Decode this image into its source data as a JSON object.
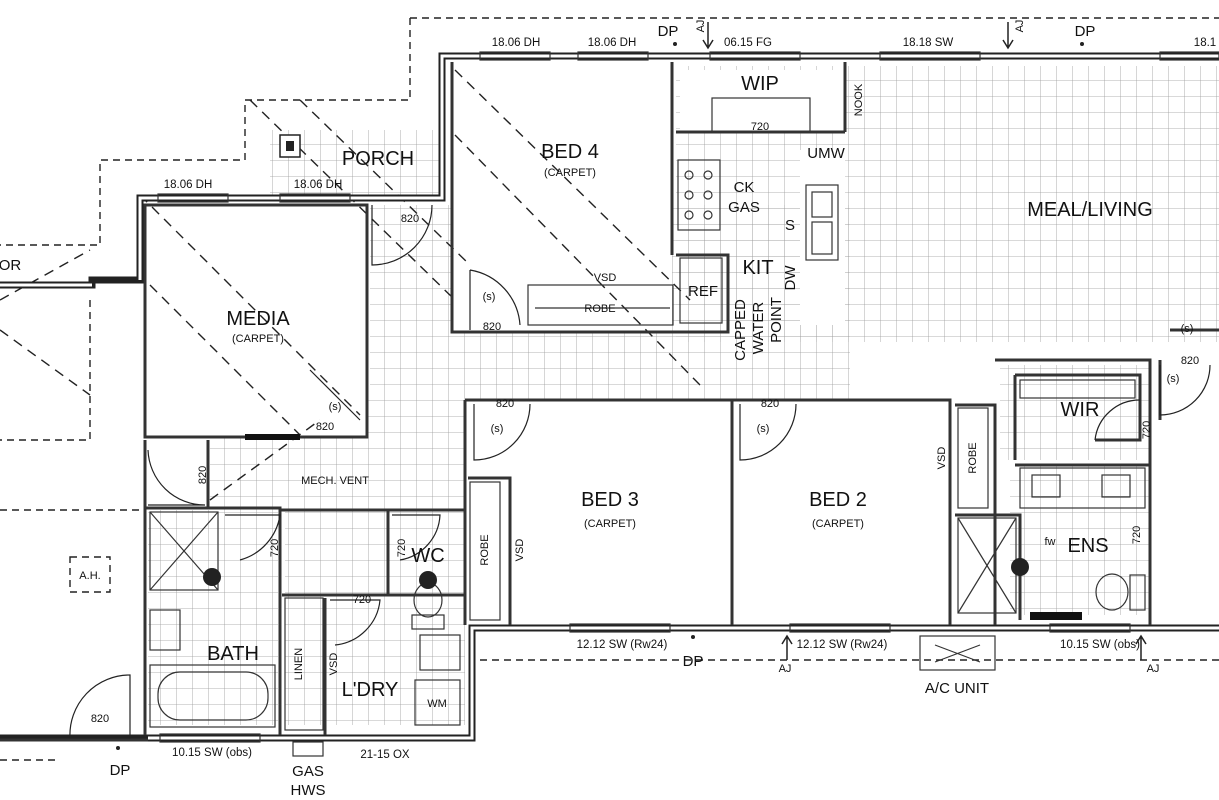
{
  "rooms": {
    "bed4": "BED 4",
    "bed3": "BED 3",
    "bed2": "BED 2",
    "carpet": "(CARPET)",
    "media": "MEDIA",
    "porch": "PORCH",
    "wip": "WIP",
    "kit": "KIT",
    "meal_living": "MEAL/LIVING",
    "wir": "WIR",
    "ens": "ENS",
    "bath": "BATH",
    "laundry": "L'DRY",
    "wc": "WC",
    "or": "OR"
  },
  "fixtures": {
    "robe": "ROBE",
    "vsd": "VSD",
    "ref": "REF",
    "umw": "UMW",
    "dw": "DW",
    "capped": "CAPPED",
    "water": "WATER",
    "point": "POINT",
    "ck": "CK",
    "gas": "GAS",
    "s": "S",
    "nook": "NOOK",
    "linen": "LINEN",
    "wm": "WM",
    "fw": "fw",
    "smoke": "(s)",
    "mech_vent": "MECH. VENT",
    "ah": "A.H.",
    "ac_unit": "A/C UNIT",
    "gas_hws_1": "GAS",
    "gas_hws_2": "HWS"
  },
  "dims": {
    "d820": "820",
    "d720": "720"
  },
  "windows": {
    "top1": "18.06 DH",
    "top2": "18.06 DH",
    "top3": "06.15 FG",
    "top4": "18.18 SW",
    "top5": "18.1",
    "media1": "18.06 DH",
    "media2": "18.06 DH",
    "bot1": "12.12 SW (Rw24)",
    "bot2": "12.12 SW (Rw24)",
    "bot3": "10.15 SW (obs)",
    "bot4": "10.15 SW (obs)",
    "bot5": "21-15 OX"
  },
  "services": {
    "dp": "DP",
    "aj": "AJ"
  }
}
